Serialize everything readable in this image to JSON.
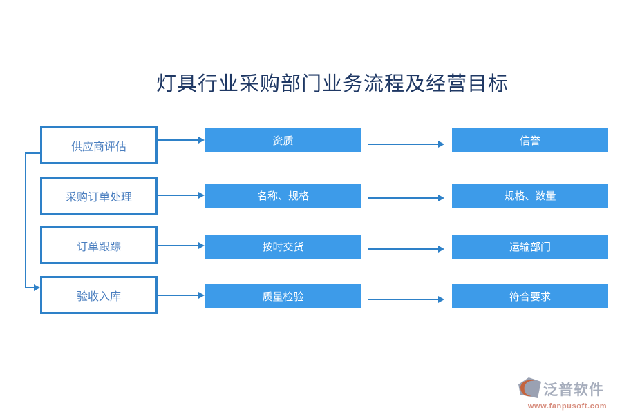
{
  "title": "灯具行业采购部门业务流程及经营目标",
  "flowchart": {
    "rows": [
      {
        "stage": "供应商评估",
        "process": "资质",
        "goal": "信誉"
      },
      {
        "stage": "采购订单处理",
        "process": "名称、规格",
        "goal": "规格、数量"
      },
      {
        "stage": "订单跟踪",
        "process": "按时交货",
        "goal": "运输部门"
      },
      {
        "stage": "验收入库",
        "process": "质量检验",
        "goal": "符合要求"
      }
    ]
  },
  "watermark": {
    "brand": "泛普软件",
    "url": "www.fanpusoft.com"
  },
  "icons": {
    "watermark_logo": "fanpu-logo-icon"
  },
  "colors": {
    "box_fill": "#3D9BE9",
    "box_border": "#2E81C8",
    "arrow": "#2E81C8",
    "stage_text": "#4A7EBF",
    "title_text": "#1F3864",
    "watermark_brand": "#A6ADBC",
    "watermark_url": "#D88E7F",
    "logo_shape": "#9AA1B2",
    "logo_crescent": "#C4643E"
  }
}
